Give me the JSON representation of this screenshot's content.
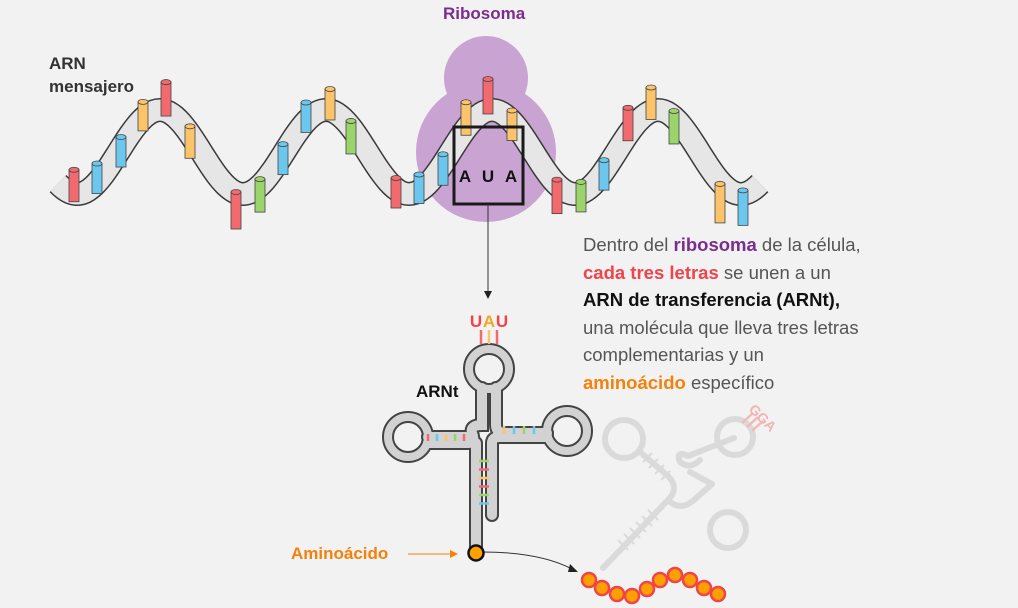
{
  "labels": {
    "ribosome": "Ribosoma",
    "mrna_line1": "ARN",
    "mrna_line2": "mensajero",
    "trna": "ARNt",
    "amino_acid": "Aminoácido"
  },
  "codon": [
    "A",
    "U",
    "A"
  ],
  "anticodon": [
    "U",
    "A",
    "U"
  ],
  "faded_anticodon": "GGA",
  "description": {
    "l1a": "Dentro del ",
    "l1b": "ribosoma",
    "l1c": " de la célula,",
    "l2a": "cada tres letras",
    "l2b": " se unen a un",
    "l3": "ARN de transferencia (ARNt),",
    "l4": "una molécula que lleva tres letras",
    "l5": "complementarias y un",
    "l6a": "aminoácido",
    "l6b": " específico"
  },
  "colors": {
    "ribosome": "#c9a3d2",
    "red": "#f26a6e",
    "blue": "#6cc7ef",
    "yellow": "#fbc36a",
    "green": "#9ad46a",
    "amino_fill": "#ff9f00",
    "amino_stroke": "#f0434a"
  }
}
